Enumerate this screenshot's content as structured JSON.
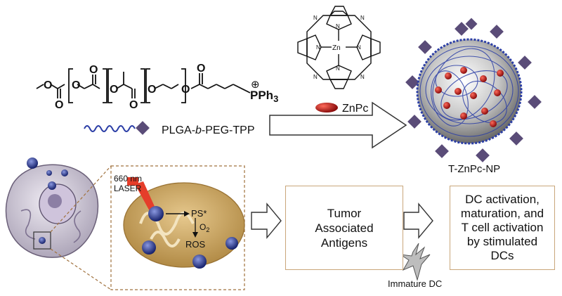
{
  "chemistry": {
    "phosphonium_charge": "⊕",
    "pph3_prefix": "PPh",
    "pph3_sub": "3",
    "polymer_label_pre": "PLGA-",
    "polymer_label_b": "b",
    "polymer_label_post": "-PEG-TPP",
    "zn": "Zn",
    "n": "N",
    "zinc_pc_label": "ZnPc",
    "nanoparticle_label": "T-ZnPc-NP"
  },
  "cell_inset": {
    "laser_wavelength": "660 nm",
    "laser_word": "LASER",
    "ps_star": "PS*",
    "o2": "O",
    "o2_sub": "2",
    "ros": "ROS"
  },
  "boxes": {
    "antigens": [
      "Tumor",
      "Associated",
      "Antigens"
    ],
    "dc_activation": [
      "DC activation,",
      "maturation, and",
      "T cell activation",
      "by stimulated",
      "DCs"
    ]
  },
  "immature_dc_label": "Immature DC",
  "colors": {
    "polymer_blue": "#2b3ea6",
    "diamond": "#5a4c78",
    "znpc_red": "#c01818",
    "mito_gold": "#c9a25c",
    "box_border": "#c9a67a"
  }
}
